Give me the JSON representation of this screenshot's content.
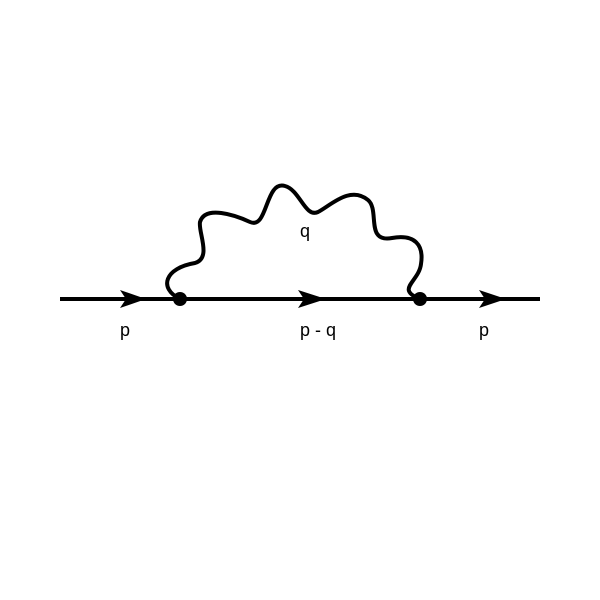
{
  "diagram": {
    "labels": {
      "incoming_momentum": "p",
      "internal_momentum": "p - q",
      "outgoing_momentum": "p",
      "photon_momentum": "q"
    },
    "line_color": "#000000",
    "background_color": "#ffffff"
  }
}
